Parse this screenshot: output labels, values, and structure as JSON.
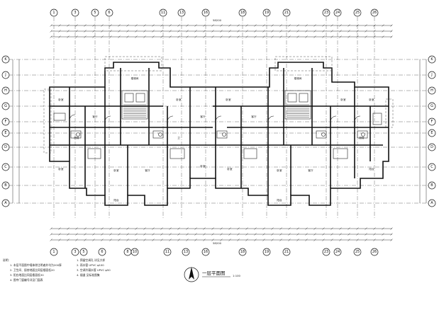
{
  "drawing": {
    "title": "一层平面图",
    "scale": "1:100",
    "north_symbol": "north-arrow-icon"
  },
  "axes": {
    "top": [
      "1",
      "3",
      "5",
      "6",
      "11",
      "13",
      "16",
      "18",
      "19",
      "21",
      "23",
      "24",
      "25",
      "26"
    ],
    "bottom": [
      "1",
      "3",
      "5",
      "6",
      "8",
      "10",
      "11",
      "13",
      "16",
      "18",
      "19",
      "21",
      "23",
      "24",
      "25",
      "26"
    ],
    "left": [
      "K",
      "J",
      "H",
      "G",
      "F",
      "E",
      "D",
      "C",
      "B",
      "A"
    ],
    "right": [
      "K",
      "J",
      "H",
      "G",
      "F",
      "E",
      "D",
      "C",
      "B",
      "A"
    ]
  },
  "dimensions": {
    "top_total": "58200",
    "bottom_total": "58200"
  },
  "rooms": {
    "bedroom": "卧室",
    "living": "客厅",
    "kitchen": "厨房",
    "bath": "卫",
    "stair": "楼梯间",
    "balcony": "阳台"
  },
  "notes": [
    "说明：",
    "1. 本层平面图中墙体除注明者外均为200厚",
    "2. 卫生间、厨房地面比同层楼面低20",
    "3. 阳台地面比同层楼面低30",
    "4. 图中门窗编号详见门窗表"
  ],
  "notes_right": [
    "1. 预留空调孔 详见大样",
    "2. 雨水管 UPVC φ100",
    "3. 空调冷凝水管 UPVC φ50",
    "4. 烟道 见标准图集"
  ]
}
